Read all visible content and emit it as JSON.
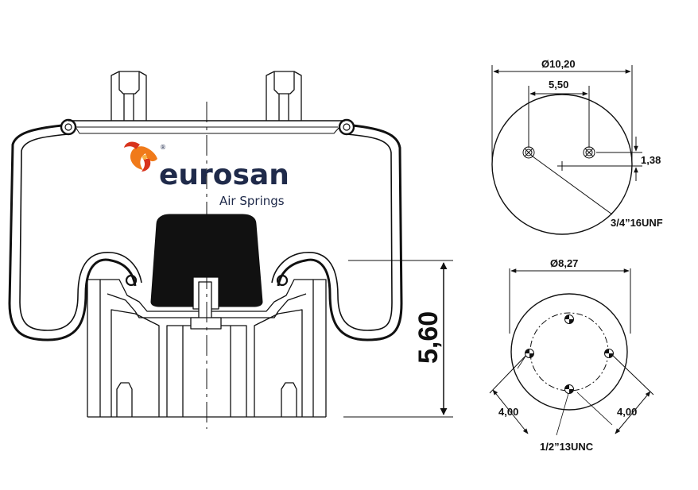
{
  "logo": {
    "brand": "eurosan",
    "tagline": "Air Springs",
    "registered": "®",
    "colors": {
      "brand": "#1f2a4a",
      "flame_orange": "#f07a1a",
      "flame_red": "#d8331c"
    }
  },
  "dimensions": {
    "height": "5,60",
    "top_plate_diameter": "Ø10,20",
    "top_stud_spacing": "5,50",
    "top_stud_offset": "1,38",
    "top_thread": "3/4”16UNF",
    "bottom_diameter": "Ø8,27",
    "bottom_hole_left": "4,00",
    "bottom_hole_right": "4,00",
    "bottom_thread": "1/2”13UNC"
  }
}
